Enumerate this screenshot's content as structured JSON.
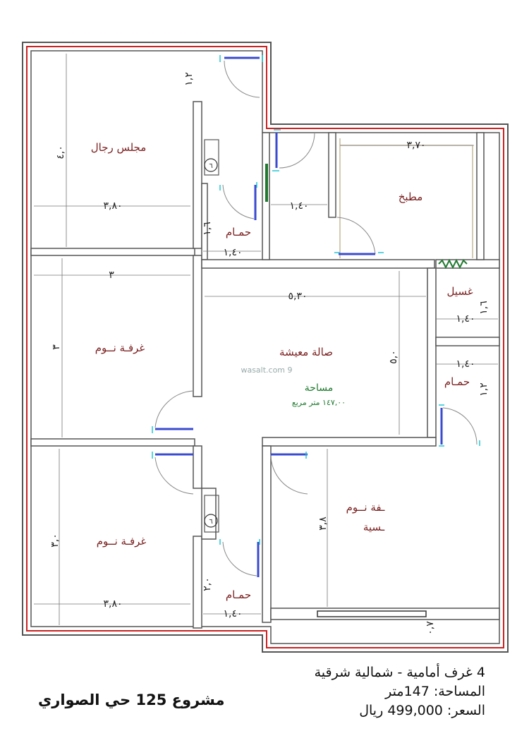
{
  "rooms": {
    "majlis": "مجلس رجال",
    "kitchen": "مطبخ",
    "bedroom_1": "غرفـة نــوم",
    "bedroom_2": "غرفـة نــوم",
    "hall": "صالة معيشة",
    "master_line1": "ـفة نــوم",
    "master_line2": "ـسية",
    "laundry": "غسيل",
    "bath_1": "حمـام",
    "bath_2": "حمـام",
    "bath_3": "حمـام"
  },
  "area_note": {
    "label": "مساحة",
    "value": "١٤٧,٠٠ متر مربع"
  },
  "dimensions": {
    "majlis_w": "٣,٨٠",
    "majlis_h": "٤,٠",
    "entry_h": "١,٢",
    "bath1_w": "١,٤٠",
    "bath1_h": "١,٦",
    "corridor_w": "١,٤٠",
    "kitchen_w": "٣,٧٠",
    "bed1_w": "٣",
    "bed1_h": "٣",
    "hall_w": "٥,٣٠",
    "hall_h": "٥,٠",
    "laundry_w": "١,٤٠",
    "laundry_h": "١,٦",
    "bath3_w": "١,٤٠",
    "bath3_h": "١,٢",
    "bed2_w": "٣,٨٠",
    "bed2_h": "٣,٠",
    "bath2_w": "١,٤٠",
    "bath2_h": "٢,٠",
    "master_h": "٣,٨",
    "balcony_h": "٠,٧"
  },
  "markers": {
    "m1": "٦",
    "m2": "٦"
  },
  "watermark": "wasalt.com 9",
  "info": {
    "line1": "4 غرف أمامية - شمالية شرقية",
    "line2": "المساحة: 147متر",
    "line3": "السعر: 499,000 ريال"
  },
  "project": "مشروع 125 حي الصواري",
  "colors": {
    "outer_wall": "#cc2222",
    "wall": "#444444",
    "door": "#3a4bd0",
    "door_frame": "#22c7d6",
    "label": "#7a1f1f",
    "area_label": "#1f7a2f"
  }
}
